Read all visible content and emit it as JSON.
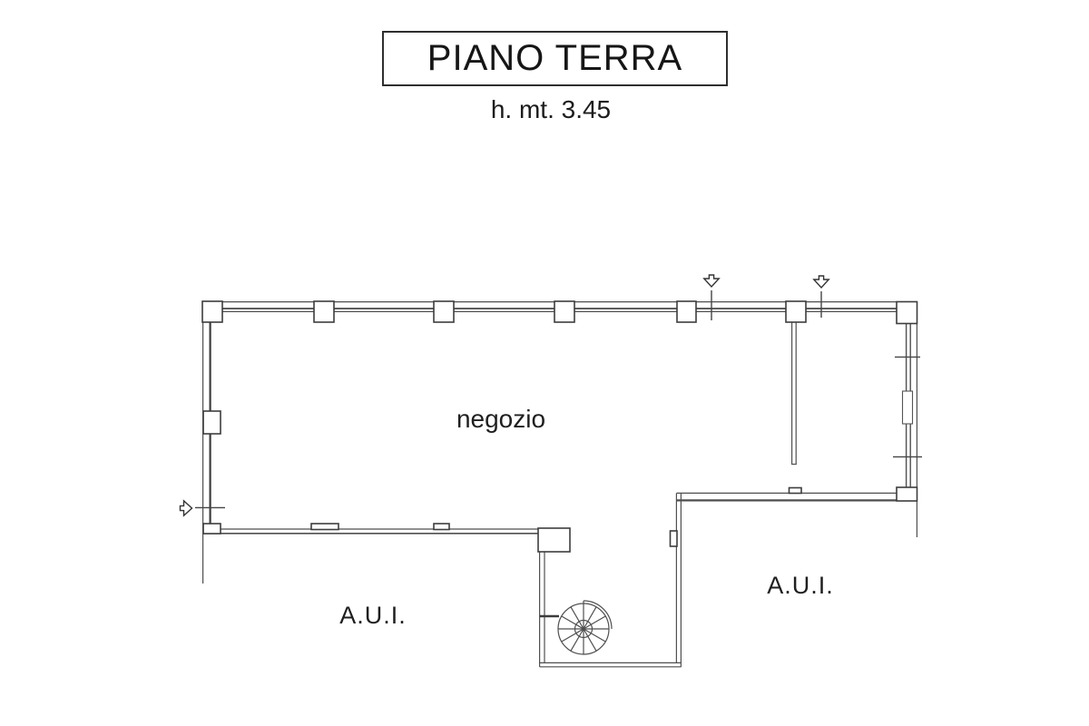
{
  "document": {
    "title": "PIANO TERRA",
    "subtitle": "h. mt. 3.45"
  },
  "floor_plan": {
    "rooms": [
      {
        "id": "negozio",
        "label": "negozio"
      },
      {
        "id": "aui-left",
        "label": "A.U.I."
      },
      {
        "id": "aui-right",
        "label": "A.U.I."
      }
    ],
    "icons": [
      "entrance-arrow-down-icon",
      "entrance-arrow-down-icon",
      "entrance-arrow-right-icon",
      "spiral-staircase-icon"
    ],
    "colors": {
      "background": "#ffffff",
      "wall_line": "#4f4f4f",
      "glass_line": "#3c3c3c",
      "pillar_stroke": "#3d3d3d",
      "text": "#1f1f1f"
    }
  }
}
